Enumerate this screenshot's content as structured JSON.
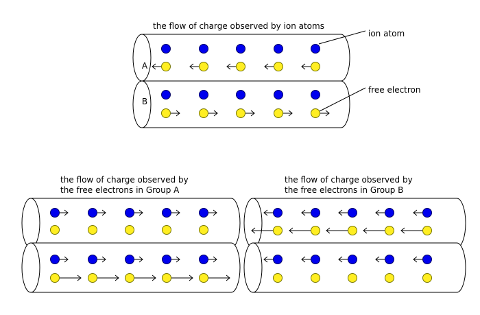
{
  "top": {
    "title": "the flow of charge observed by ion atoms",
    "label_a": "A",
    "label_b": "B",
    "callout_ion": "ion atom",
    "callout_electron": "free electron"
  },
  "panel_a": {
    "title_line1": "the flow of charge observed by",
    "title_line2": "the free electrons in Group A"
  },
  "panel_b": {
    "title_line1": "the flow of charge observed by",
    "title_line2": "the free electrons in Group B"
  },
  "colors": {
    "ion": "#0000ee",
    "electron": "#ffee22",
    "ion_stroke": "#000066",
    "electron_stroke": "#777700"
  },
  "icons": {
    "ion": "blue-circle",
    "electron": "yellow-circle",
    "motion": "arrow"
  }
}
